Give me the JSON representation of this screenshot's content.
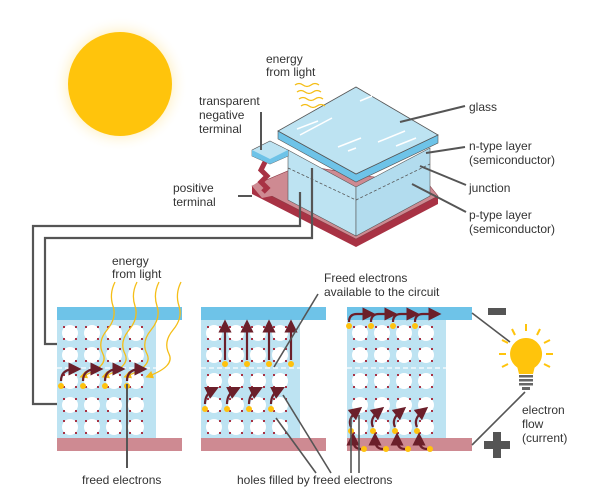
{
  "colors": {
    "sun": "#FFC40C",
    "glass": "#BDE3F2",
    "n_layer": "#6EC3E8",
    "p_layer": "#CE8A92",
    "p_layer_dark": "#A83244",
    "light_wave": "#F5BE16",
    "electron": "#FFC20E",
    "arrow": "#6B1F2A",
    "wire": "#555555",
    "text": "#333333"
  },
  "cell_3d": {
    "energy_label": [
      "energy",
      "from light"
    ],
    "labels": {
      "transparent_negative_terminal": [
        "transparent",
        "negative",
        "terminal"
      ],
      "positive_terminal": [
        "positive",
        "terminal"
      ],
      "glass": [
        "glass"
      ],
      "n_type": [
        "n-type layer",
        "(semiconductor)"
      ],
      "junction": [
        "junction"
      ],
      "p_type": [
        "p-type layer",
        "(semiconductor)"
      ]
    }
  },
  "panels": {
    "panel1": {
      "energy_label": [
        "energy",
        "from light"
      ],
      "caption": "freed electrons"
    },
    "panel2": {
      "caption_top": [
        "Freed electrons",
        "available to the circuit"
      ]
    },
    "bottom_caption": "holes filled by freed electrons",
    "circuit": {
      "minus": "−",
      "plus": "+",
      "flow_label": [
        "electron",
        "flow",
        "(current)"
      ]
    }
  }
}
